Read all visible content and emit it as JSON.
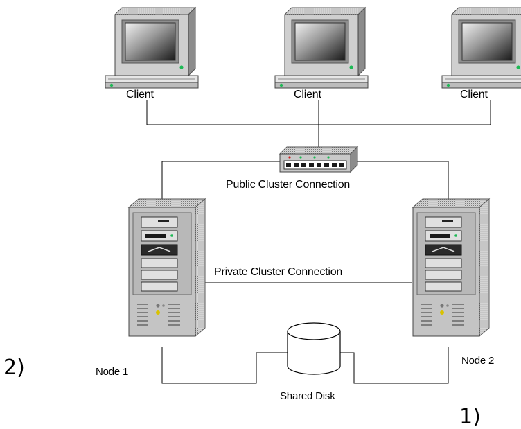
{
  "diagram": {
    "clients": [
      {
        "label": "Client"
      },
      {
        "label": "Client"
      },
      {
        "label": "Client"
      }
    ],
    "public_connection_label": "Public Cluster Connection",
    "private_connection_label": "Private Cluster Connection",
    "nodes": [
      {
        "label": "Node 1"
      },
      {
        "label": "Node 2"
      }
    ],
    "shared_disk_label": "Shared Disk"
  },
  "annotations": {
    "left_marker": "2)",
    "bottom_right_marker": "1)"
  },
  "colors": {
    "monitor_body": "#c8c8c8",
    "server_body": "#c0c0c0",
    "line": "#000000"
  }
}
